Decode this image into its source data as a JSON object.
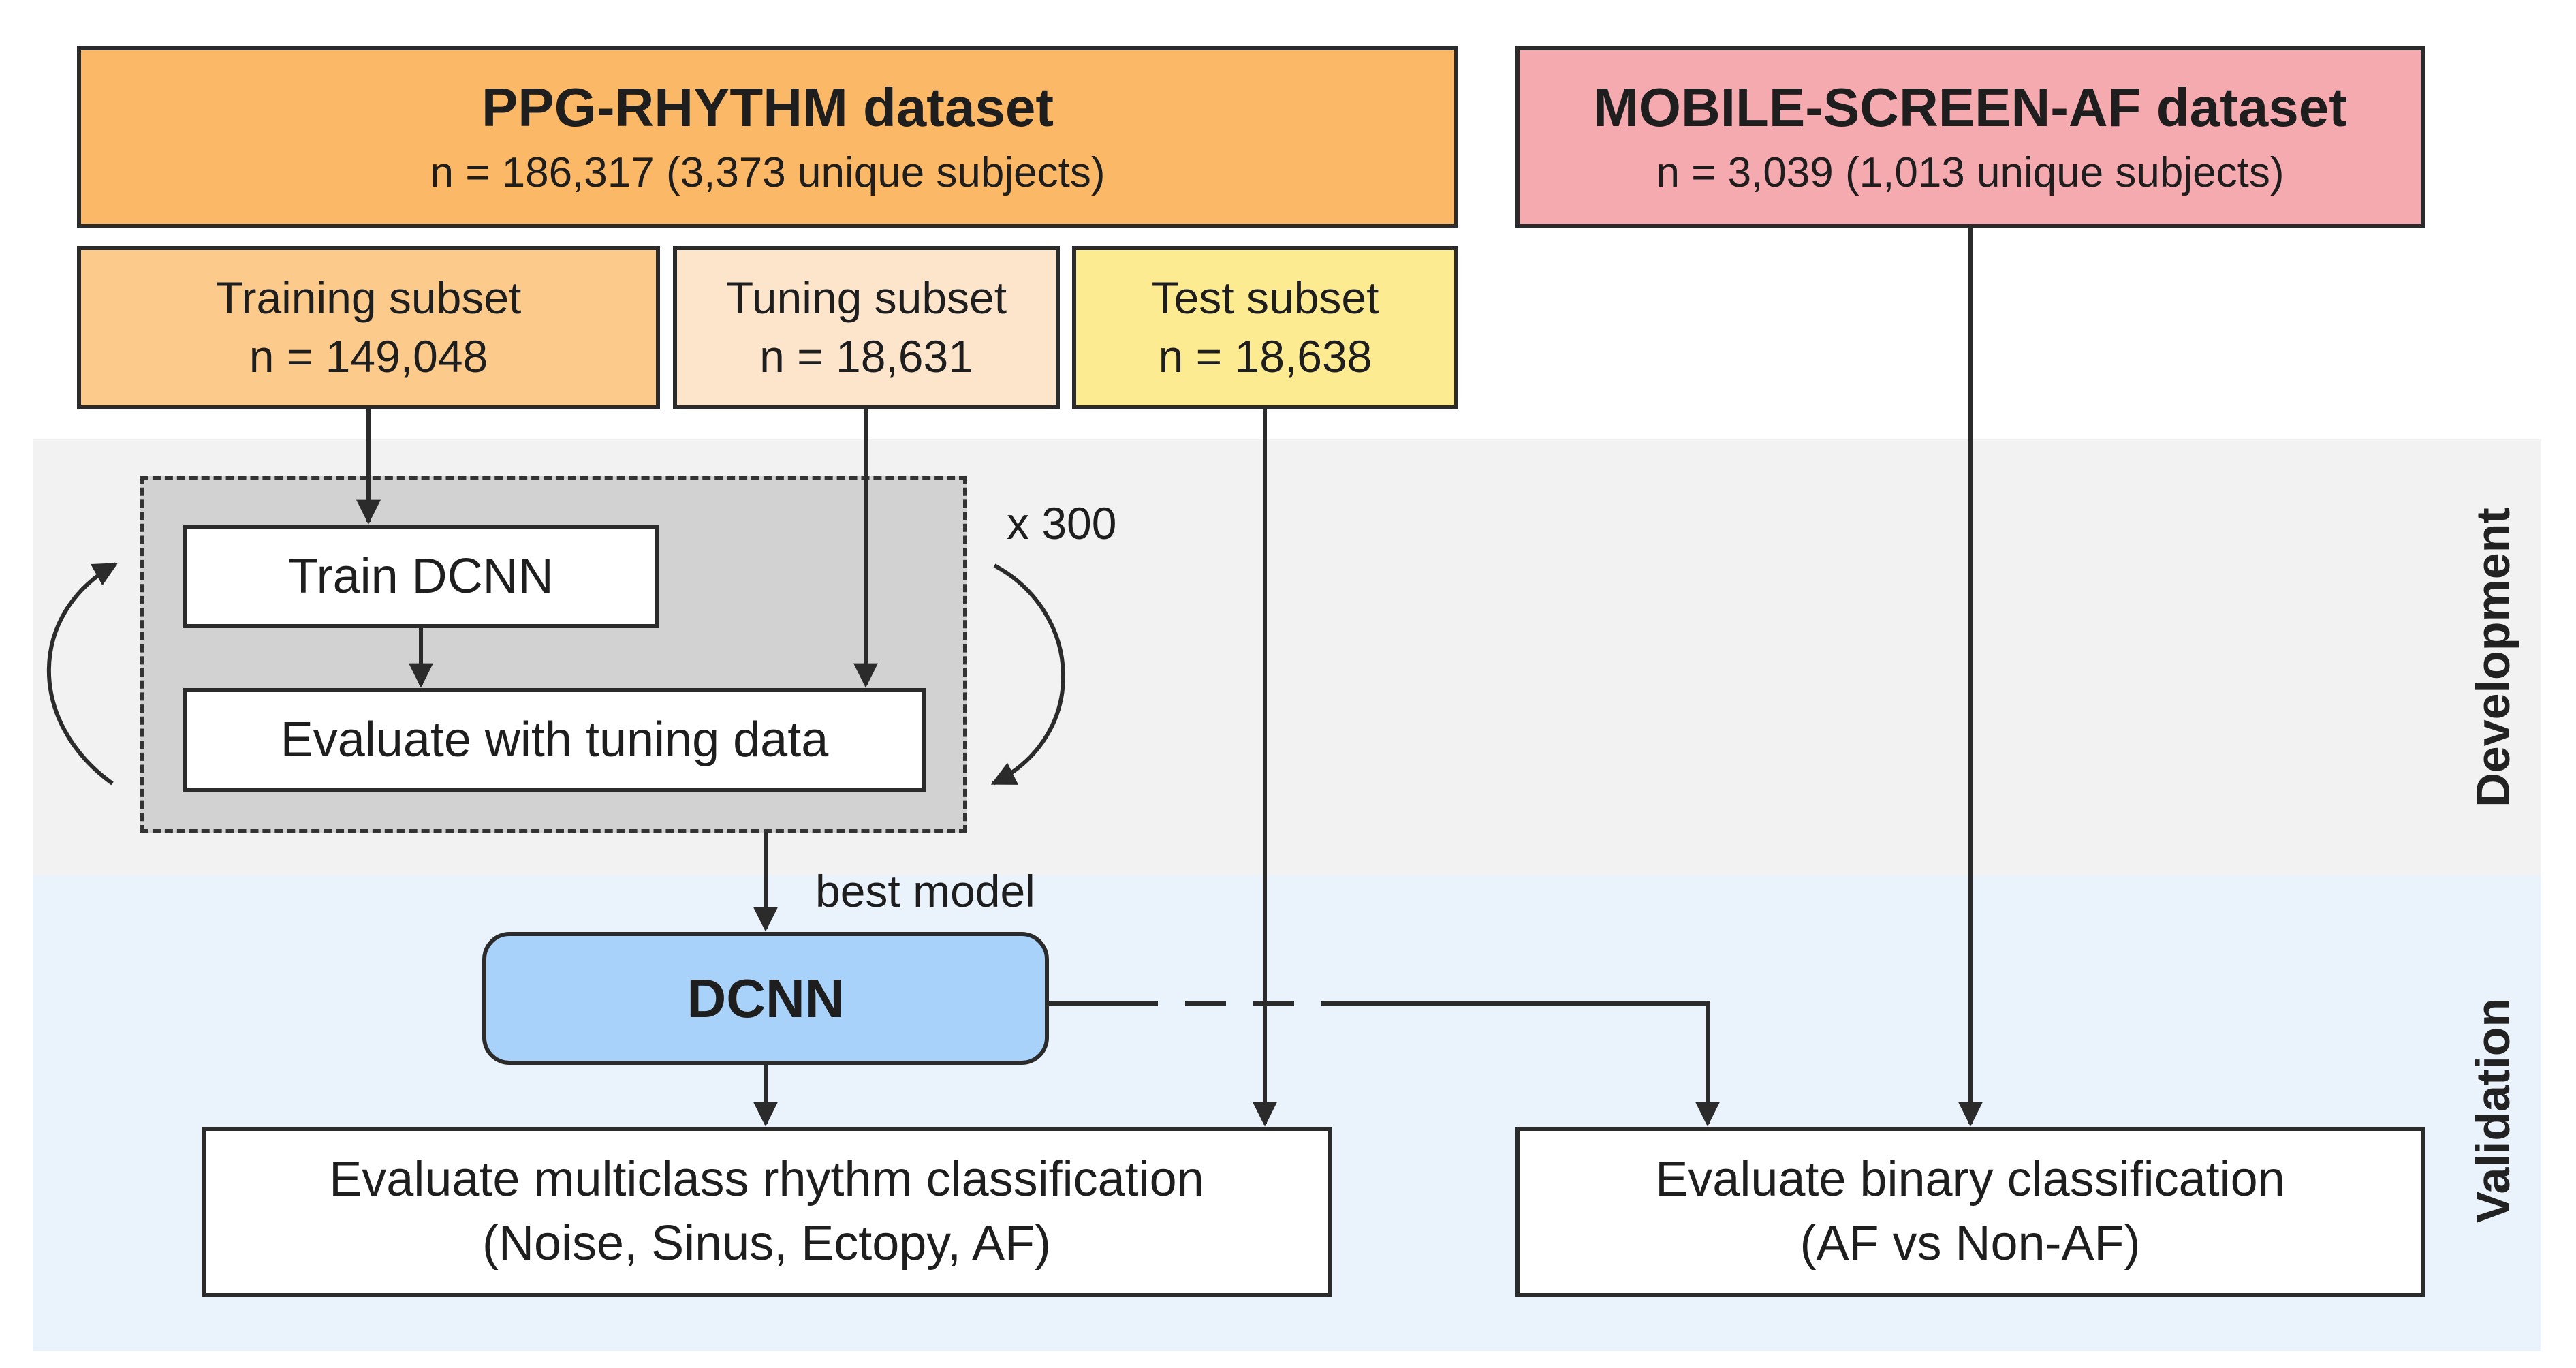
{
  "sections": {
    "development": "Development",
    "validation": "Validation"
  },
  "ppg_dataset": {
    "title": "PPG-RHYTHM dataset",
    "detail": "n = 186,317 (3,373 unique subjects)"
  },
  "mobile_dataset": {
    "title": "MOBILE-SCREEN-AF dataset",
    "detail": "n = 3,039 (1,013 unique subjects)"
  },
  "subsets": {
    "training": {
      "title": "Training subset",
      "n": "n = 149,048"
    },
    "tuning": {
      "title": "Tuning subset",
      "n": "n = 18,631"
    },
    "test": {
      "title": "Test subset",
      "n": "n = 18,638"
    }
  },
  "loop": {
    "train": "Train DCNN",
    "evaluate": "Evaluate with tuning data",
    "repeat": "x 300"
  },
  "best_model": "best model",
  "model": "DCNN",
  "eval_multiclass": {
    "title": "Evaluate multiclass rhythm classification",
    "classes": "(Noise, Sinus, Ectopy, AF)"
  },
  "eval_binary": {
    "title": "Evaluate binary classification",
    "classes": "(AF vs Non-AF)"
  },
  "colors": {
    "ppg": "#fbb866",
    "mobile": "#f5aab0",
    "training": "#fccb8c",
    "tuning": "#fde5cc",
    "test": "#fdeb92",
    "dcnn": "#a9d2fb",
    "development_band": "#f2f2f2",
    "validation_band": "#eaf3fc"
  }
}
